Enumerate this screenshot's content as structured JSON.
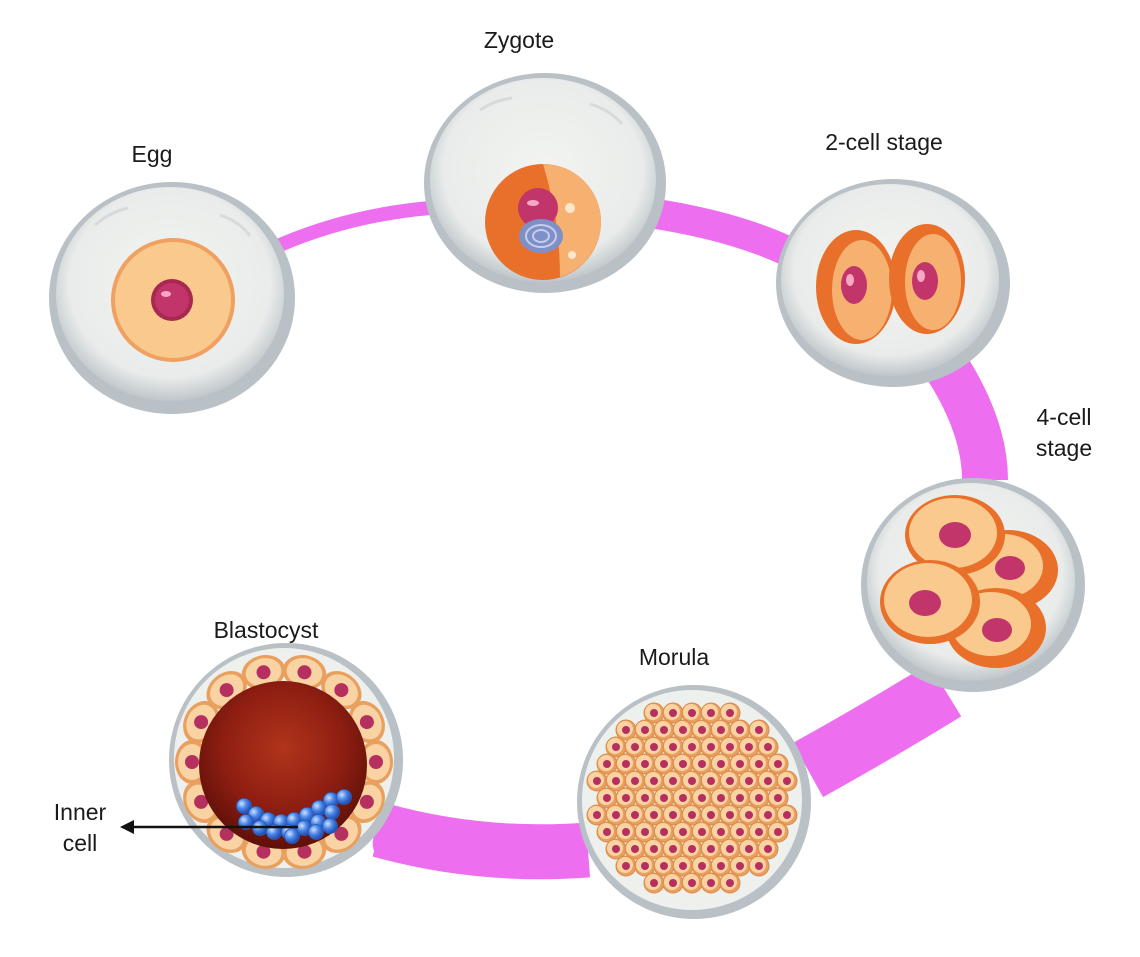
{
  "diagram": {
    "stages": [
      {
        "id": "egg",
        "label": "Egg"
      },
      {
        "id": "zygote",
        "label": "Zygote"
      },
      {
        "id": "two-cell",
        "label": "2-cell stage"
      },
      {
        "id": "four-cell",
        "label_line1": "4-cell",
        "label_line2": "stage"
      },
      {
        "id": "morula",
        "label": "Morula"
      },
      {
        "id": "blastocyst",
        "label": "Blastocyst"
      }
    ],
    "annotation": {
      "line1": "Inner",
      "line2": "cell"
    },
    "colors": {
      "ring": "#ee6ef0",
      "zona": "#c9cfd3",
      "zona_inner": "#eef0ee",
      "cytoplasm": "#f7c98e",
      "cytoplasm_dark": "#f08a3a",
      "nucleus": "#c2356b",
      "blastocoel": "#8e1e12",
      "inner_cell": "#4a86e8"
    }
  }
}
